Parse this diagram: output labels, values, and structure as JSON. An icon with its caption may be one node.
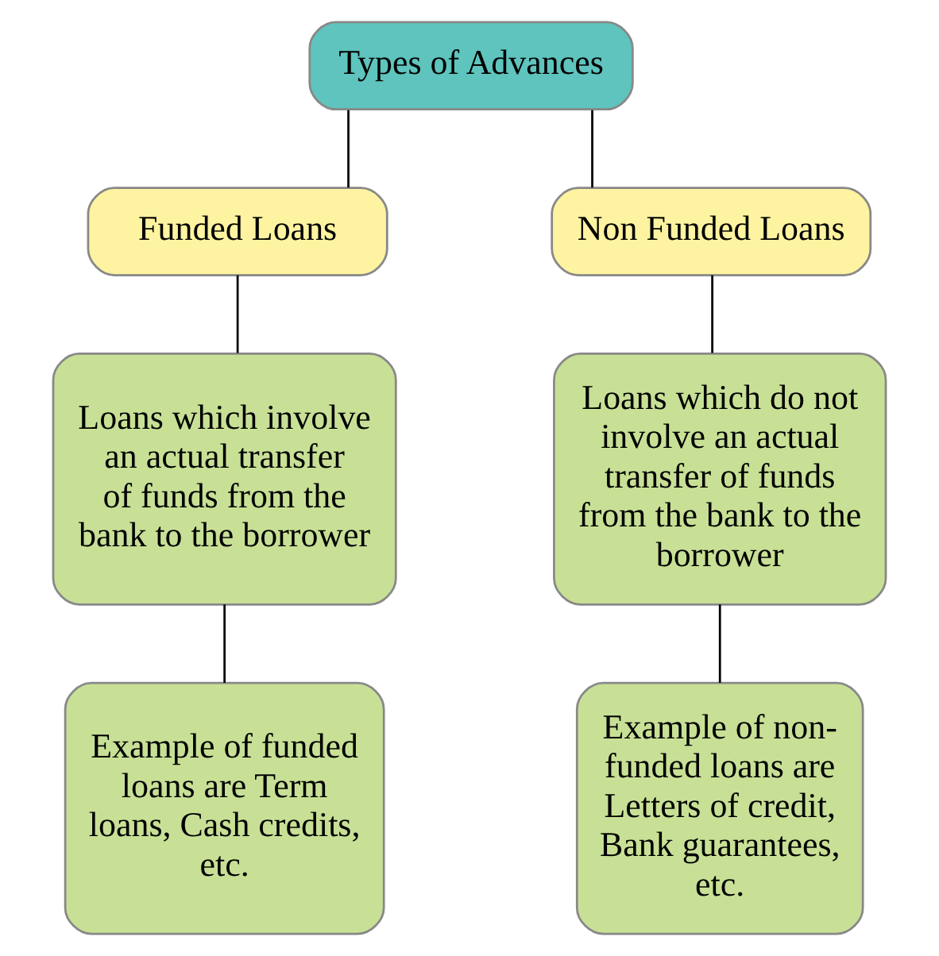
{
  "diagram": {
    "nodes": [
      {
        "text": [
          "Types of Advances"
        ]
      },
      {
        "text": [
          "Funded Loans"
        ]
      },
      {
        "text": [
          "Non Funded Loans"
        ]
      },
      {
        "text": [
          "Loans which involve an actual transfer of funds from the bank to the borrower"
        ]
      },
      {
        "text": [
          "Loans which do not involve an actual transfer of funds from the bank to the borrower"
        ]
      },
      {
        "text": [
          "Example of funded loans are Term loans, Cash credits, etc."
        ]
      },
      {
        "text": [
          "Example of non-funded loans are Letters of credit, Bank guarantees, etc."
        ]
      }
    ],
    "edges": [
      {
        "from": 0,
        "to": 1,
        "arrow": "none"
      },
      {
        "from": 0,
        "to": 2,
        "arrow": "none"
      },
      {
        "from": 1,
        "to": 3,
        "arrow": "none"
      },
      {
        "from": 3,
        "to": 5,
        "arrow": "none"
      },
      {
        "from": 2,
        "to": 4,
        "arrow": "none"
      },
      {
        "from": 4,
        "to": 6,
        "arrow": "none"
      }
    ]
  }
}
